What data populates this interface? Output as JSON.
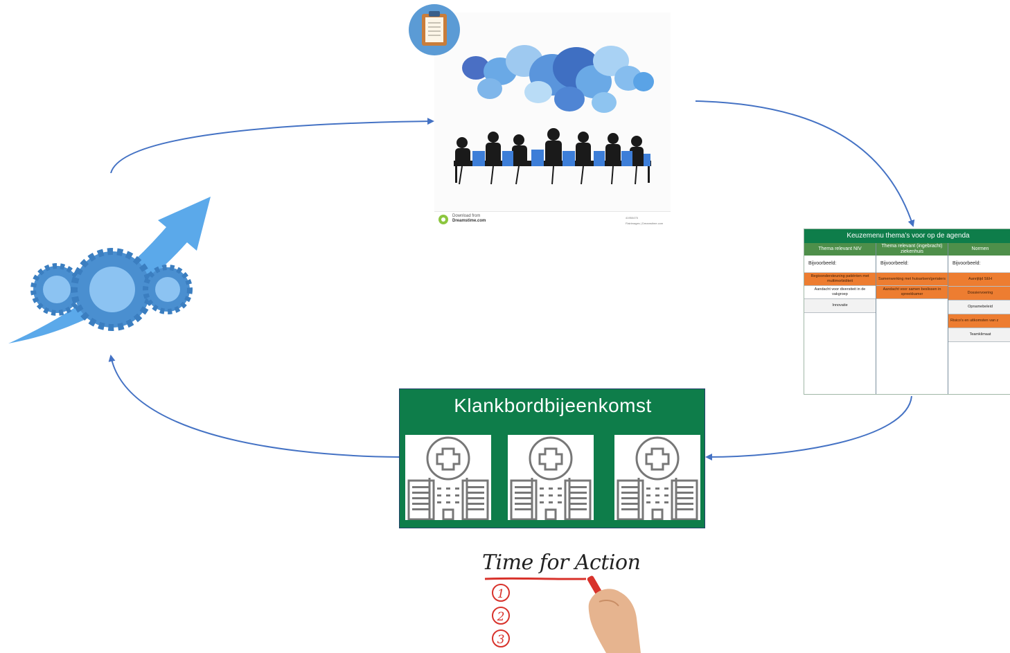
{
  "colors": {
    "arrow": "#4472c4",
    "green": "#0e7d4a",
    "table_header_green": "#4e8f4a",
    "orange": "#ed7d31",
    "light_blue": "#5b9bd5",
    "red": "#d8322b"
  },
  "meeting_image": {
    "download_label": "Download from",
    "site": "Dreamstime.com",
    "image_id": "41950475",
    "credit": "Flairimages | Dreamstime.com",
    "badge_icon": "clipboard-icon"
  },
  "agenda_table": {
    "title": "Keuzemenu thema’s voor op de agenda",
    "columns": [
      {
        "header": "Thema relevant NIV",
        "example_label": "Bijvoorbeeld:",
        "rows": [
          {
            "text": "Regioondersteuning patiënten met multimorbiditeit",
            "style": "orange"
          },
          {
            "text": "Aandacht voor diversiteit in de vakgroep",
            "style": "white"
          },
          {
            "text": "Innovatie",
            "style": "grey"
          }
        ]
      },
      {
        "header": "Thema relevant (ingebracht) ziekenhuis",
        "example_label": "Bijvoorbeeld:",
        "rows": [
          {
            "text": "Samenwerking met huisartsen/geriaters",
            "style": "orange"
          },
          {
            "text": "Aandacht voor samen beslissen in spreekkamer",
            "style": "orange"
          }
        ]
      },
      {
        "header": "Normen",
        "example_label": "Bijvoorbeeld:",
        "rows": [
          {
            "text": "Aanrijtijd SEH",
            "style": "orange"
          },
          {
            "text": "Dossiervoering",
            "style": "orange"
          },
          {
            "text": "Opnamebeleid",
            "style": "grey"
          },
          {
            "text": "Risico’s en uitkomsten van z",
            "style": "orange"
          },
          {
            "text": "Teamklimaat",
            "style": "grey"
          }
        ]
      }
    ]
  },
  "klankbord": {
    "title": "Klankbordbijeenkomst",
    "icons": [
      "hospital-icon",
      "hospital-icon",
      "hospital-icon"
    ]
  },
  "action_image": {
    "title": "Time for Action",
    "numbers": [
      "1",
      "2",
      "3"
    ]
  },
  "improvement_image": {
    "icons": [
      "gears-icon",
      "upward-arrow-icon"
    ]
  }
}
